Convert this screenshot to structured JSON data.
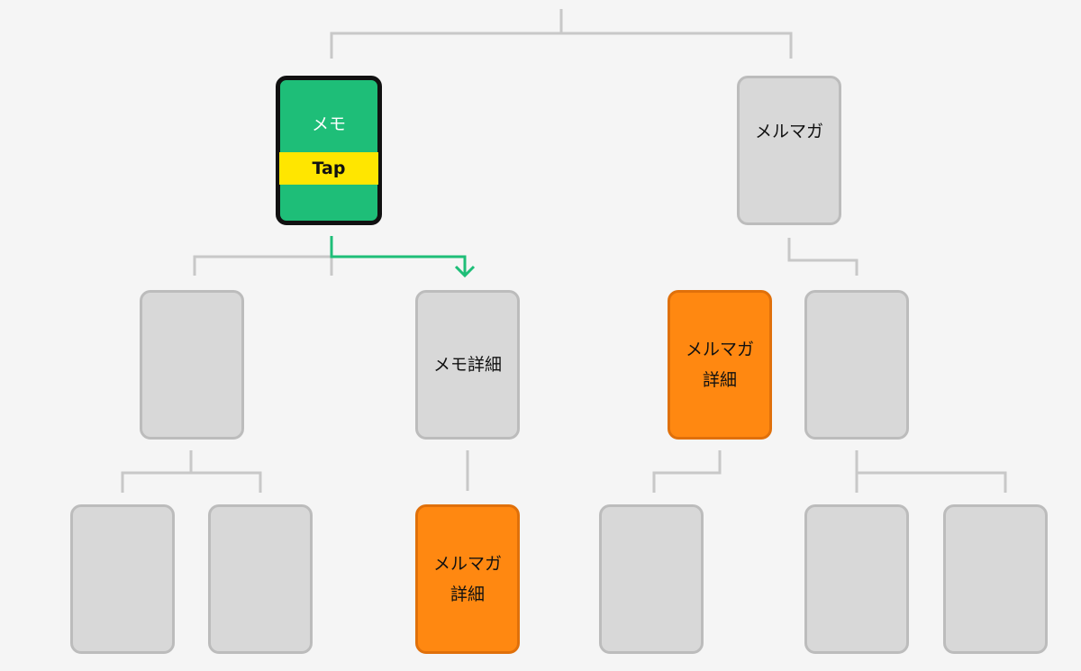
{
  "colors": {
    "background": "#f5f5f5",
    "connector": "#c8c8c8",
    "highlight_arrow": "#1ebe78",
    "active_card": "#1ebe78",
    "detail_card": "#ff8811",
    "empty_card": "#d8d8d8",
    "tap_badge": "#ffe600"
  },
  "nodes": {
    "memo": {
      "label": "メモ",
      "badge": "Tap"
    },
    "melmaga": {
      "label": "メルマガ"
    },
    "memo_detail": {
      "label": "メモ詳細"
    },
    "melmaga_detail_right": {
      "label": "メルマガ\n詳細"
    },
    "melmaga_detail_bottom": {
      "label": "メルマガ\n詳細"
    }
  }
}
